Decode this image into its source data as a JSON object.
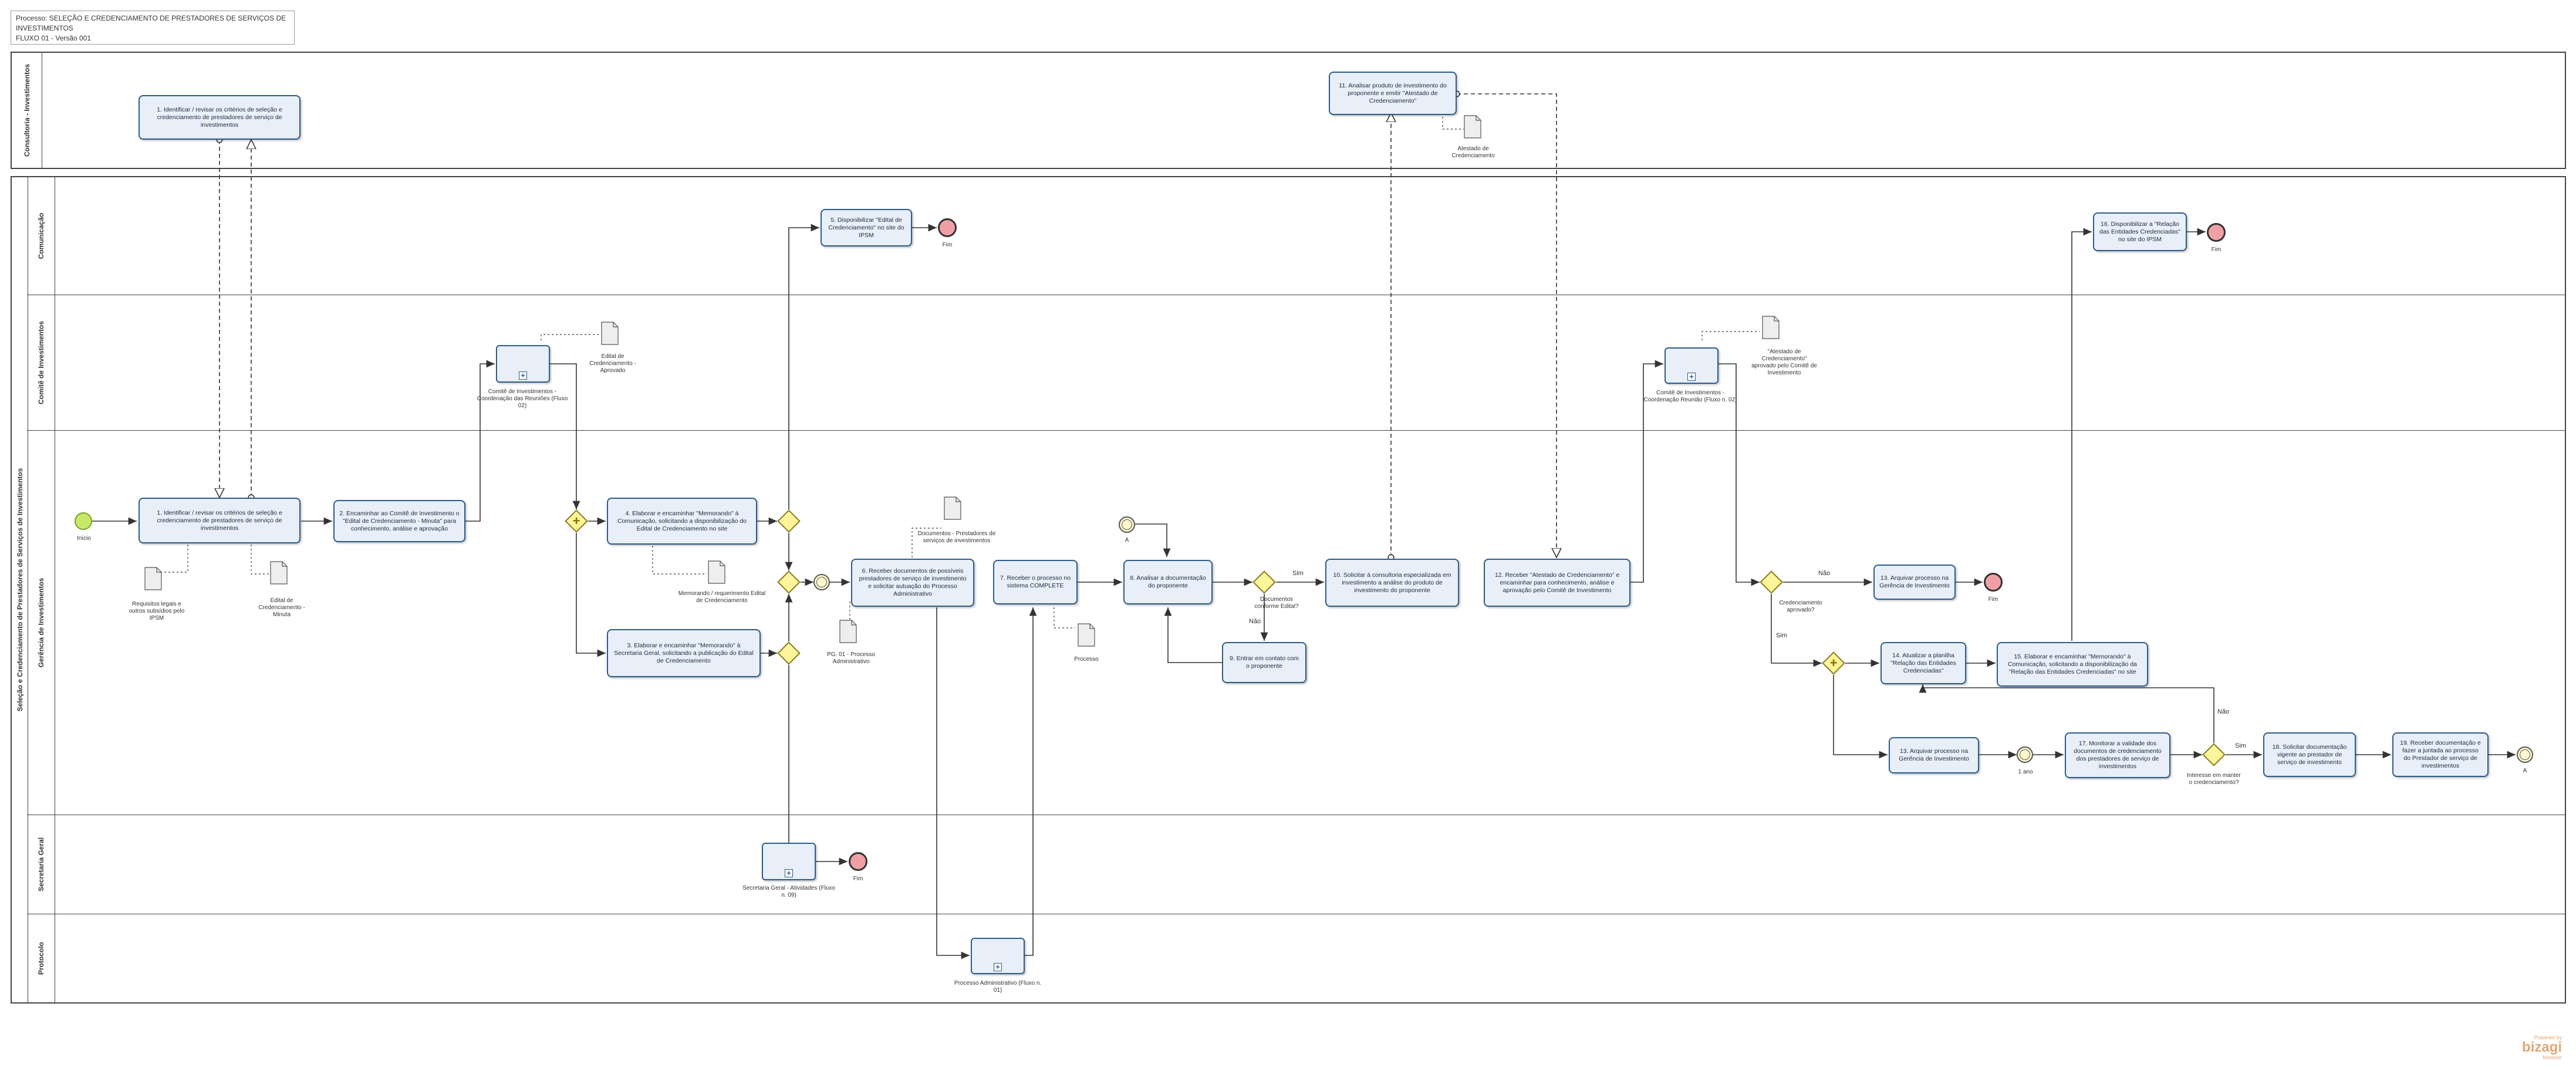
{
  "header": {
    "line1": "Processo: SELEÇÃO E CREDENCIAMENTO DE PRESTADORES DE SERVIÇOS DE INVESTIMENTOS",
    "line2": "FLUXO 01 - Versão 001"
  },
  "pools": {
    "consultoria": "Consultoria - Investimentos",
    "selecao": "Seleção e Credenciamento de Prestadores de Serviços de Investimentos"
  },
  "lanes": {
    "comunicacao": "Comunicação",
    "comite": "Comitê de Investimentos",
    "gerencia": "Gerência de Investimentos",
    "secretaria": "Secretaria Geral",
    "protocolo": "Protocolo"
  },
  "tasks": {
    "t1a": "1. Identificar / revisar os critérios de seleção e credenciamento de prestadores de serviço de investimentos",
    "t1b": "1. Identificar / revisar os critérios de seleção e credenciamento de prestadores de serviço de investimentos",
    "t2": "2. Encaminhar ao Comitê de Investimento o \"Edital de Credenciamento - Minuta\" para conhecimento, análise e aprovação",
    "t3": "3. Elaborar e encaminhar \"Memorando\" à Secretaria Geral, solicitando a publicação do Edital de Credenciamento",
    "t4": "4. Elaborar e encaminhar \"Memorando\" à Comunicação, solicitando a disponibilização do Edital de Credenciamento no site",
    "t5": "5. Disponibilizar \"Edital de Credenciamento\" no site do IPSM",
    "t6": "6. Receber documentos de possíveis prestadores de serviço de investimento e solicitar autuação do Processo Administrativo",
    "t7": "7. Receber o processo no sistema COMPLETE",
    "t8": "8. Analisar a documentação do proponente",
    "t9": "9. Entrar em contato com o proponente",
    "t10": "10. Solicitar à consultoria especializada em investimento a análise do produto de investimento do proponente",
    "t11": "11. Analisar produto de investimento do proponente e emitir \"Atestado de Credenciamento\"",
    "t12": "12. Receber \"Atestado de Credenciamento\" e encaminhar para conhecimento, análise e aprovação pelo Comitê de Investimento",
    "t13a": "13. Arquivar processo na Gerência de Investimento",
    "t13b": "13. Arquivar processo na Gerência de Investimento",
    "t14": "14. Atualizar a planilha \"Relação das Entidades Credenciadas\"",
    "t15": "15. Elaborar e encaminhar \"Memorando\" à Comunicação, solicitando a disponibilização da \"Relação das Entidades Credenciadas\" no site",
    "t16": "16. Disponibilizar a \"Relação das Entidades Credenciadas\" no site do IPSM",
    "t17": "17. Monitorar a validade dos documentos de credenciamento dos prestadores de serviço de investimentos",
    "t18": "18. Solicitar documentação vigente ao prestador de serviço de investimento",
    "t19": "19. Receber documentação e fazer a juntada ao processo do Prestador de serviço de investimentos"
  },
  "subprocesses": {
    "sp_comite1": "Comitê de Investimentos - Coordenação das Reuniões (Fluxo 02)",
    "sp_comite2": "Comitê de Investimentos - Coordenação Reunião (Fluxo n. 02)",
    "sp_secretaria": "Secretaria Geral - Atividades (Fluxo n. 09)",
    "sp_protocolo": "Processo Administrativo (Fluxo n. 01)"
  },
  "documents": {
    "d_requisitos": "Requisitos legais e outros subsídios pelo IPSM",
    "d_edital_minuta": "Edital de Credenciamento - Minuta",
    "d_edital_aprovado": "Edital de Credenciamento - Aprovado",
    "d_memorando": "Memorando / requerimento Edital de Credenciamento",
    "d_documentos": "Documentos - Prestadores de serviços de investimentos",
    "d_pg": "PG. 01 - Processo Administrativo",
    "d_processo": "Processo",
    "d_atestado": "Atestado de Credenciamento",
    "d_atestado_aprovado": "\"Atestado de Credenciamento\" aprovado pelo Comitê de Investimento"
  },
  "events": {
    "inicio": "Início",
    "fim": "Fim",
    "a": "A",
    "um_ano": "1 ano"
  },
  "gateways": {
    "g_docs": "Documentos conforme Edital?",
    "g_cred": "Credenciamento aprovado?",
    "g_int": "Interesse em manter o credenciamento?",
    "sim": "Sim",
    "nao": "Não"
  },
  "logo": {
    "top": "Powered by",
    "brand": "bizagi",
    "sub": "Modeler"
  },
  "colors": {
    "task_fill": "#e8eff8",
    "task_border": "#2d5b8a",
    "gateway_fill": "#fdf59a",
    "start_fill": "#c8e86a",
    "end_fill": "#f0a0a4"
  }
}
